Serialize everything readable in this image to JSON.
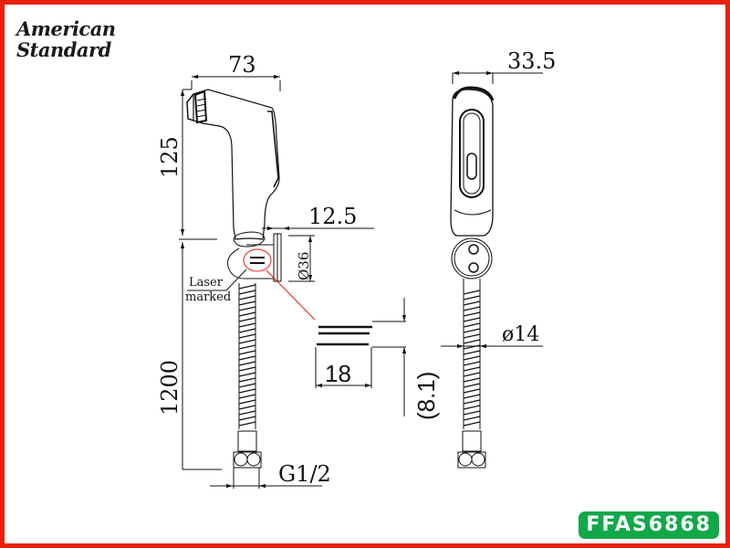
{
  "brand": {
    "line1": "American",
    "line2": "Standard"
  },
  "model_badge": {
    "label": "FFAS6868",
    "color": "#12a84a"
  },
  "frame_color": "#e8200c",
  "dimensions": {
    "width_top": "73",
    "height_head": "125",
    "holder_offset": "12.5",
    "holder_diameter": "Ø36",
    "hose_length": "1200",
    "thread": "G1/2",
    "side_width": "33.5",
    "hose_diameter": "ø14",
    "logo_width": "18",
    "logo_height": "(8.1)"
  },
  "annotations": {
    "laser_line1": "Laser",
    "laser_line2": "marked"
  },
  "callout_color": "#e8200c"
}
